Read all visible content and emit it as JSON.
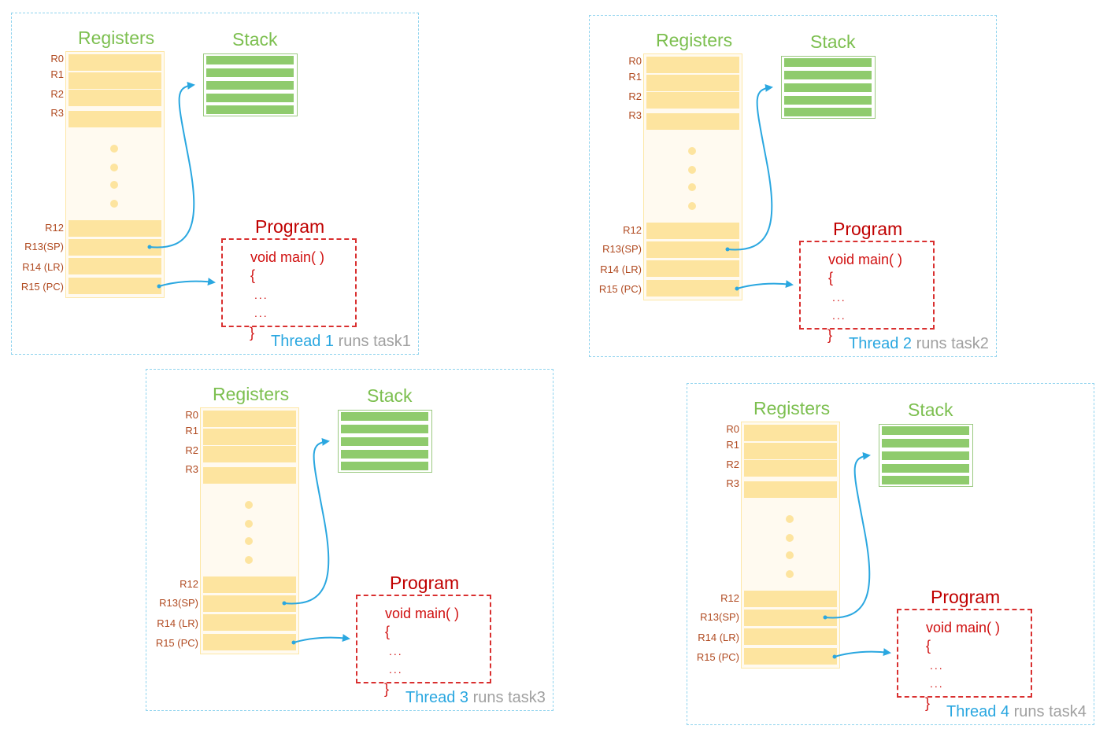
{
  "panels": [
    {
      "registers_title": "Registers",
      "stack_title": "Stack",
      "program_title": "Program",
      "code_line1": "void main( )",
      "code_open": "{",
      "code_dots1": "...",
      "code_dots2": "...",
      "code_close": "}",
      "thread_label": "Thread 1",
      "thread_suffix": " runs task1"
    },
    {
      "registers_title": "Registers",
      "stack_title": "Stack",
      "program_title": "Program",
      "code_line1": "void main( )",
      "code_open": "{",
      "code_dots1": "...",
      "code_dots2": "...",
      "code_close": "}",
      "thread_label": "Thread 2",
      "thread_suffix": " runs task2"
    },
    {
      "registers_title": "Registers",
      "stack_title": "Stack",
      "program_title": "Program",
      "code_line1": "void main( )",
      "code_open": "{",
      "code_dots1": "...",
      "code_dots2": "...",
      "code_close": "}",
      "thread_label": "Thread 3",
      "thread_suffix": " runs task3"
    },
    {
      "registers_title": "Registers",
      "stack_title": "Stack",
      "program_title": "Program",
      "code_line1": "void main( )",
      "code_open": "{",
      "code_dots1": "...",
      "code_dots2": "...",
      "code_close": "}",
      "thread_label": "Thread 4",
      "thread_suffix": " runs task4"
    }
  ],
  "register_labels": [
    "R0",
    "R1",
    "R2",
    "R3",
    "R12",
    "R13(SP)",
    "R14 (LR)",
    "R15 (PC)"
  ],
  "colors": {
    "panel_border": "#8fd3ee",
    "register_fill": "#fde49f",
    "stack_fill": "#8fcb6d",
    "program_red": "#c00000",
    "arrow": "#2aa7e0"
  }
}
